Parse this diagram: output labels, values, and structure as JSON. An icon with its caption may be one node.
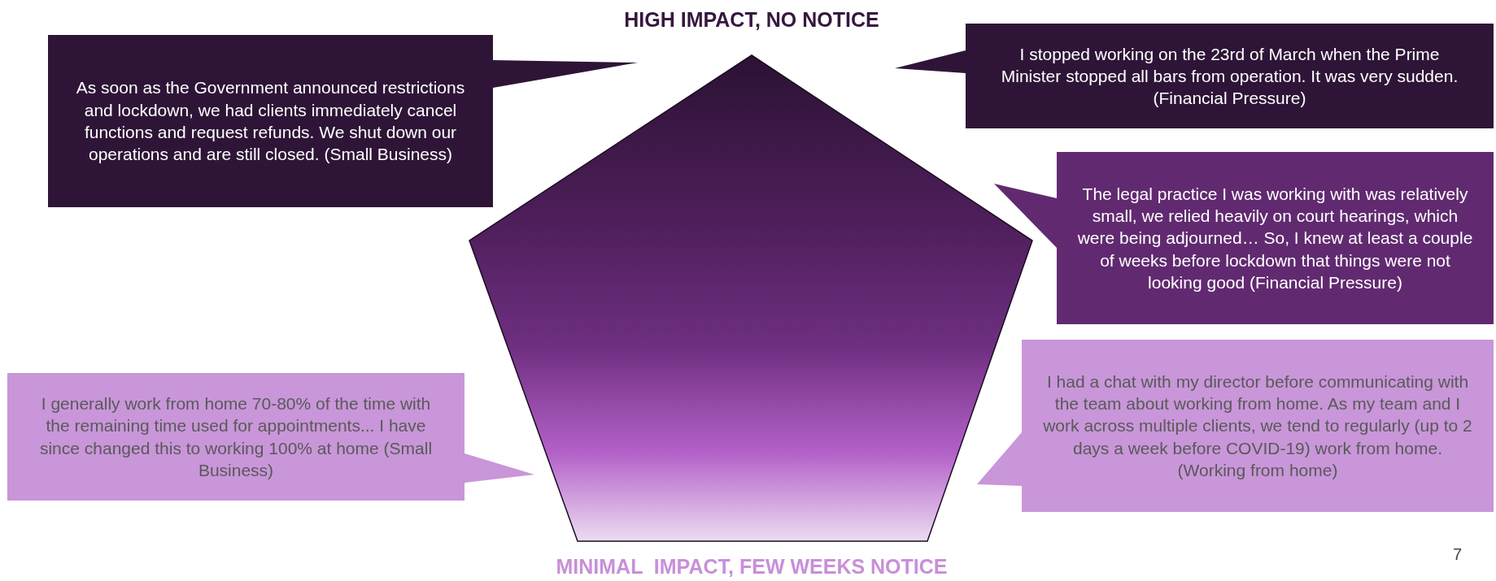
{
  "diagram": {
    "nodes": [
      {
        "text": [
          "As soon as the Government announced restrictions and lockdown, we had clients immediately cancel functions and request refunds. We shut down our operations and are still closed. (Small Business)"
        ]
      },
      {
        "text": [
          "I stopped working on the 23rd of March when the Prime Minister stopped all bars from operation. It was very sudden. (Financial Pressure)"
        ]
      },
      {
        "text": [],
        "shape": "pentagon"
      },
      {
        "text": [
          "The legal practice I was working with was relatively small, we relied heavily on court hearings, which were being adjourned… So, I knew at least a couple of weeks before lockdown that things were not looking good (Financial Pressure)"
        ]
      },
      {
        "text": [
          "I generally work from home 70-80% of the time with the remaining time used for appointments... I have since changed this to working 100% at home (Small Business)"
        ]
      },
      {
        "text": [
          "I had a chat with my director before communicating with the team about working from home. As my team and I work across multiple clients, we tend to regularly (up to 2 days a week before COVID-19) work from home. (Working from home)"
        ]
      }
    ],
    "labels": [
      "HIGH IMPACT, NO NOTICE",
      "MINIMAL  IMPACT, FEW WEEKS NOTICE",
      "7"
    ]
  }
}
